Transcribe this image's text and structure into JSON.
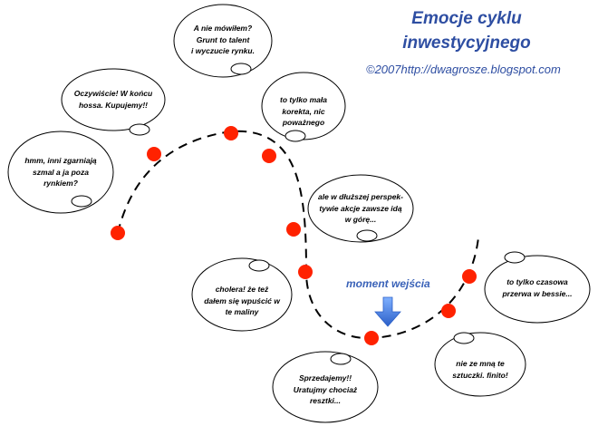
{
  "header": {
    "title_line1": "Emocje cyklu",
    "title_line2": "inwestycyjnego",
    "credit": "©2007http://dwagrosze.blogspot.com"
  },
  "entry_label": "moment wejścia",
  "bubbles": [
    {
      "text": "hmm, inni zgarniają\nszmal a ja poza\nrynkiem?"
    },
    {
      "text": "Oczywiście! W końcu\nhossa. Kupujemy!!"
    },
    {
      "text": "A nie mówiłem?\nGrunt to talent\ni wyczucie rynku."
    },
    {
      "text": "to tylko mała\nkorekta, nic poważnego"
    },
    {
      "text": "ale w dłuższej perspek-\ntywie akcje zawsze idą\nw górę..."
    },
    {
      "text": "cholera!  że też\ndałem się wpuścić w\nte maliny"
    },
    {
      "text": "Sprzedajemy!!\nUratujmy chociaż\nresztki..."
    },
    {
      "text": "nie ze mną te\nsztuczki.  finito!"
    },
    {
      "text": "to tylko czasowa\nprzerwa w bessie..."
    }
  ],
  "colors": {
    "dot": "#ff2200",
    "arrow": "#3d78d8",
    "title": "#2e4ea2",
    "curve": "#000000"
  },
  "icons": {
    "entry_arrow": "arrow-down-icon"
  }
}
